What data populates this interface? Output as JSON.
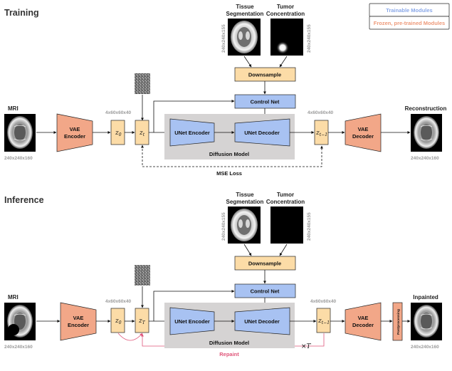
{
  "colors": {
    "trainable": "#a8c2f2",
    "frozen": "#f2a788",
    "latent": "#fcdca7",
    "diffusion_bg": "#d5d3d3",
    "repaint": "#e0567a"
  },
  "legend": {
    "trainable": "Trainable Modules",
    "frozen": "Frozen, pre-trained Modules"
  },
  "training": {
    "title": "Training",
    "tissue_label_1": "Tissue",
    "tissue_label_2": "Segmentation",
    "tumor_label_1": "Tumor",
    "tumor_label_2": "Concentration",
    "seg_dim": "240x240x155",
    "conc_dim": "240x240x155",
    "downsample": "Downsample",
    "control_net": "Control Net",
    "mri_label": "MRI",
    "mri_dim": "240x240x160",
    "vae_encoder_1": "VAE",
    "vae_encoder_2": "Encoder",
    "latent_dim_left": "4x60x60x40",
    "latent_dim_right": "4x60x60x40",
    "z0": "z",
    "z0_sub": "0",
    "zt": "z",
    "zt_sub": "t",
    "unet_encoder": "UNet Encoder",
    "unet_decoder": "UNet Decoder",
    "diffusion_model": "Diffusion Model",
    "zt1": "z",
    "zt1_sub": "t−1",
    "vae_decoder_1": "VAE",
    "vae_decoder_2": "Decoder",
    "recon_label": "Reconstruction",
    "recon_dim": "240x240x160",
    "mse_loss": "MSE Loss"
  },
  "inference": {
    "title": "Inference",
    "tissue_label_1": "Tissue",
    "tissue_label_2": "Segmentation",
    "tumor_label_1": "Tumor",
    "tumor_label_2": "Concentration",
    "seg_dim": "240x240x155",
    "conc_dim": "240x240x155",
    "downsample": "Downsample",
    "control_net": "Control Net",
    "mri_label": "MRI",
    "mri_dim": "240x240x160",
    "vae_encoder_1": "VAE",
    "vae_encoder_2": "Encoder",
    "latent_dim_left": "4x60x60x40",
    "latent_dim_right": "4x60x60x40",
    "z0": "z",
    "z0_sub": "0",
    "zT": "z",
    "zT_sub": "T",
    "unet_encoder": "UNet Encoder",
    "unet_decoder": "UNet Decoder",
    "diffusion_model": "Diffusion Model",
    "zt1": "z",
    "zt1_sub": "t−1",
    "times_T": "×T",
    "vae_decoder_1": "VAE",
    "vae_decoder_2": "Decoder",
    "postprocessing": "Postprocessing",
    "inpainted_label": "Inpainted",
    "inpainted_dim": "240x240x160",
    "repaint": "Repaint"
  }
}
